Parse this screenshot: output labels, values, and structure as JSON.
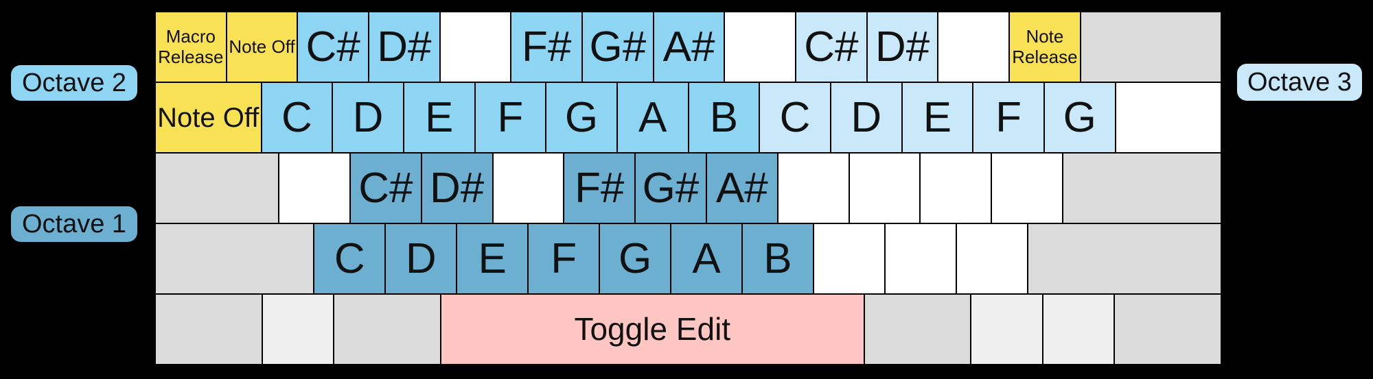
{
  "palette": {
    "background": "#000000",
    "border": "#000000",
    "text": "#111111",
    "octave1": "#6cafd1",
    "octave2": "#8ed4f3",
    "octave3": "#c9e9fb",
    "yellow": "#f8e155",
    "pink": "#fdc6c3",
    "gray": "#dbdbdb",
    "graylight": "#efefef",
    "white": "#ffffff"
  },
  "labels": {
    "octave1": "Octave 1",
    "octave2": "Octave 2",
    "octave3": "Octave 3"
  },
  "keyboard": {
    "rows": [
      {
        "keys": [
          {
            "label": "Macro Release",
            "type": "macro",
            "u": 1,
            "size": "s"
          },
          {
            "label": "Note Off",
            "type": "macro",
            "u": 1,
            "size": "s"
          },
          {
            "label": "C#",
            "type": "oct2",
            "u": 1
          },
          {
            "label": "D#",
            "type": "oct2",
            "u": 1
          },
          {
            "label": "",
            "type": "blank",
            "u": 1
          },
          {
            "label": "F#",
            "type": "oct2",
            "u": 1
          },
          {
            "label": "G#",
            "type": "oct2",
            "u": 1
          },
          {
            "label": "A#",
            "type": "oct2",
            "u": 1
          },
          {
            "label": "",
            "type": "blank",
            "u": 1
          },
          {
            "label": "C#",
            "type": "oct3",
            "u": 1
          },
          {
            "label": "D#",
            "type": "oct3",
            "u": 1
          },
          {
            "label": "",
            "type": "blank",
            "u": 1
          },
          {
            "label": "Note Release",
            "type": "macro",
            "u": 1,
            "size": "s"
          },
          {
            "label": "",
            "type": "mod",
            "u": 2
          }
        ]
      },
      {
        "keys": [
          {
            "label": "Note Off",
            "type": "macro",
            "u": 1.5,
            "size": "m"
          },
          {
            "label": "C",
            "type": "oct2",
            "u": 1
          },
          {
            "label": "D",
            "type": "oct2",
            "u": 1
          },
          {
            "label": "E",
            "type": "oct2",
            "u": 1
          },
          {
            "label": "F",
            "type": "oct2",
            "u": 1
          },
          {
            "label": "G",
            "type": "oct2",
            "u": 1
          },
          {
            "label": "A",
            "type": "oct2",
            "u": 1
          },
          {
            "label": "B",
            "type": "oct2",
            "u": 1
          },
          {
            "label": "C",
            "type": "oct3",
            "u": 1
          },
          {
            "label": "D",
            "type": "oct3",
            "u": 1
          },
          {
            "label": "E",
            "type": "oct3",
            "u": 1
          },
          {
            "label": "F",
            "type": "oct3",
            "u": 1
          },
          {
            "label": "G",
            "type": "oct3",
            "u": 1
          },
          {
            "label": "",
            "type": "blank",
            "u": 1.5
          }
        ]
      },
      {
        "keys": [
          {
            "label": "",
            "type": "mod",
            "u": 1.75
          },
          {
            "label": "",
            "type": "blank",
            "u": 1
          },
          {
            "label": "C#",
            "type": "oct1",
            "u": 1
          },
          {
            "label": "D#",
            "type": "oct1",
            "u": 1
          },
          {
            "label": "",
            "type": "blank",
            "u": 1
          },
          {
            "label": "F#",
            "type": "oct1",
            "u": 1
          },
          {
            "label": "G#",
            "type": "oct1",
            "u": 1
          },
          {
            "label": "A#",
            "type": "oct1",
            "u": 1
          },
          {
            "label": "",
            "type": "blank",
            "u": 1
          },
          {
            "label": "",
            "type": "blank",
            "u": 1
          },
          {
            "label": "",
            "type": "blank",
            "u": 1
          },
          {
            "label": "",
            "type": "blank",
            "u": 1
          },
          {
            "label": "",
            "type": "mod",
            "u": 2.25
          }
        ]
      },
      {
        "keys": [
          {
            "label": "",
            "type": "mod",
            "u": 2.25
          },
          {
            "label": "C",
            "type": "oct1",
            "u": 1
          },
          {
            "label": "D",
            "type": "oct1",
            "u": 1
          },
          {
            "label": "E",
            "type": "oct1",
            "u": 1
          },
          {
            "label": "F",
            "type": "oct1",
            "u": 1
          },
          {
            "label": "G",
            "type": "oct1",
            "u": 1
          },
          {
            "label": "A",
            "type": "oct1",
            "u": 1
          },
          {
            "label": "B",
            "type": "oct1",
            "u": 1
          },
          {
            "label": "",
            "type": "blank",
            "u": 1
          },
          {
            "label": "",
            "type": "blank",
            "u": 1
          },
          {
            "label": "",
            "type": "blank",
            "u": 1
          },
          {
            "label": "",
            "type": "mod",
            "u": 2.75
          }
        ]
      },
      {
        "keys": [
          {
            "label": "",
            "type": "mod",
            "u": 1.5
          },
          {
            "label": "",
            "type": "modlight",
            "u": 1
          },
          {
            "label": "",
            "type": "mod",
            "u": 1.5
          },
          {
            "label": "Toggle Edit",
            "type": "space",
            "u": 6
          },
          {
            "label": "",
            "type": "mod",
            "u": 1.5
          },
          {
            "label": "",
            "type": "modlight",
            "u": 1
          },
          {
            "label": "",
            "type": "modlight",
            "u": 1
          },
          {
            "label": "",
            "type": "mod",
            "u": 1.5
          }
        ]
      }
    ]
  }
}
